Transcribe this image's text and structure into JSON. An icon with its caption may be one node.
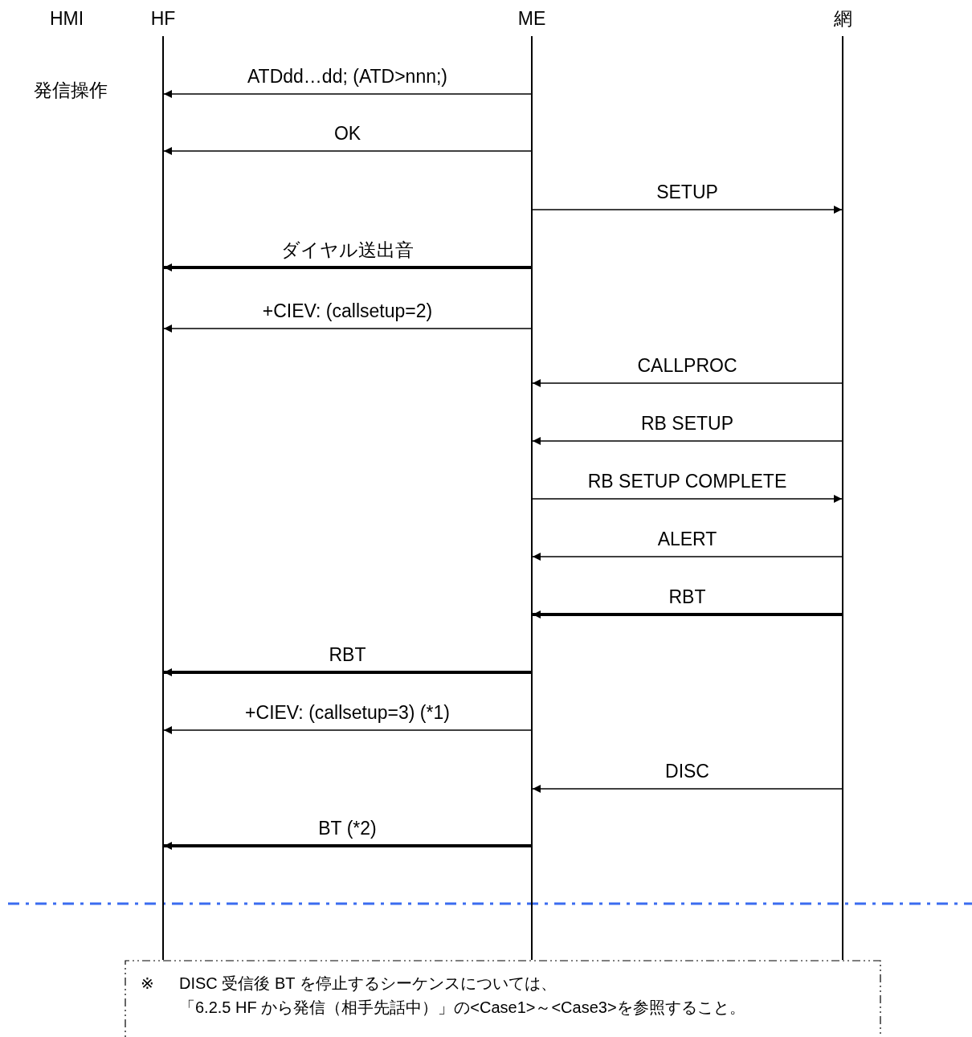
{
  "diagram": {
    "nodes": [
      {
        "text": [
          "HMI"
        ]
      },
      {
        "text": [
          "HF"
        ]
      },
      {
        "text": [
          "ME"
        ]
      },
      {
        "text": [
          "網"
        ]
      },
      {
        "text": [
          "※",
          "DISC 受信後 BT を停止するシーケンスについては、",
          "「6.2.5 HF から発信（相手先話中）」の<Case1>～<Case3>を参照すること。"
        ]
      }
    ],
    "edges": [
      {
        "from": 2,
        "to": 1,
        "arrow": "to",
        "label": "ATDdd…dd; (ATD>nnn;)"
      },
      {
        "from": 2,
        "to": 1,
        "arrow": "to",
        "label": "OK"
      },
      {
        "from": 2,
        "to": 3,
        "arrow": "to",
        "label": "SETUP"
      },
      {
        "from": 2,
        "to": 1,
        "arrow": "to",
        "label": "ダイヤル送出音",
        "style": "thick"
      },
      {
        "from": 2,
        "to": 1,
        "arrow": "to",
        "label": "+CIEV: (callsetup=2)"
      },
      {
        "from": 3,
        "to": 2,
        "arrow": "to",
        "label": "CALLPROC"
      },
      {
        "from": 3,
        "to": 2,
        "arrow": "to",
        "label": "RB SETUP"
      },
      {
        "from": 2,
        "to": 3,
        "arrow": "to",
        "label": "RB SETUP COMPLETE"
      },
      {
        "from": 3,
        "to": 2,
        "arrow": "to",
        "label": "ALERT"
      },
      {
        "from": 3,
        "to": 2,
        "arrow": "to",
        "label": "RBT",
        "style": "thick"
      },
      {
        "from": 2,
        "to": 1,
        "arrow": "to",
        "label": "RBT",
        "style": "thick"
      },
      {
        "from": 2,
        "to": 1,
        "arrow": "to",
        "label": "+CIEV: (callsetup=3) (*1)"
      },
      {
        "from": 3,
        "to": 2,
        "arrow": "to",
        "label": "DISC"
      },
      {
        "from": 2,
        "to": 1,
        "arrow": "to",
        "label": "BT (*2)",
        "style": "thick"
      }
    ],
    "labels": [
      "発信操作"
    ]
  }
}
